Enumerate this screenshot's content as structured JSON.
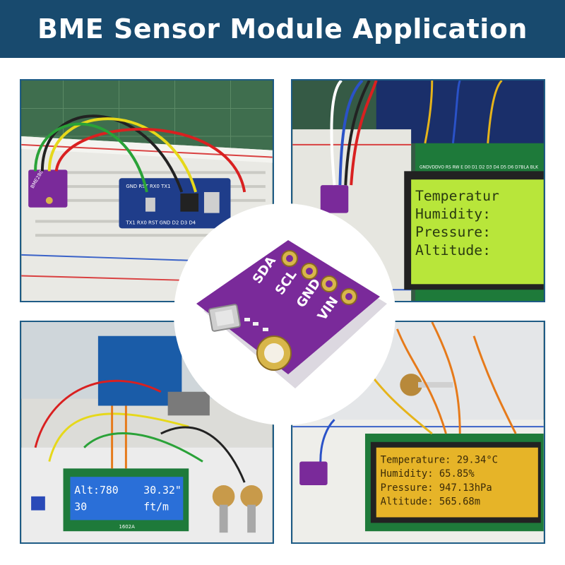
{
  "header": {
    "title": "BME Sensor Module Application"
  },
  "photo1": {
    "board_label": "BME280",
    "nano_pins": "GND RST RX0 TX1",
    "nano_pins_bottom": "TX1 RX0 RST GND D2 D3 D4"
  },
  "photo2": {
    "lcd_lines": [
      "Temperatur",
      "Humidity:",
      "Pressure:",
      "Altitude:"
    ],
    "header_pins": "GNDVDDVO RS RW E D0 D1 D2 D3 D4 D5 D6 D7BLA BLK"
  },
  "photo3": {
    "lcd_line1": "Alt:780    30.32\"",
    "lcd_line2": "30         ft/m",
    "lcd_model": "1602A"
  },
  "photo4": {
    "lcd_lines": [
      "Temperature: 29.34°C",
      "Humidity: 65.85%",
      "Pressure: 947.13hPa",
      "Altitude: 565.68m"
    ]
  },
  "sensor": {
    "pin_labels": [
      "SDA",
      "SCL",
      "GND",
      "VIN"
    ]
  },
  "colors": {
    "banner": "#184a6e",
    "lcd_green_bg": "#b8e63a",
    "lcd_blue_bg": "#2a6fd8",
    "lcd_orange_bg": "#e6b428",
    "sensor_board": "#7a2a9a"
  }
}
